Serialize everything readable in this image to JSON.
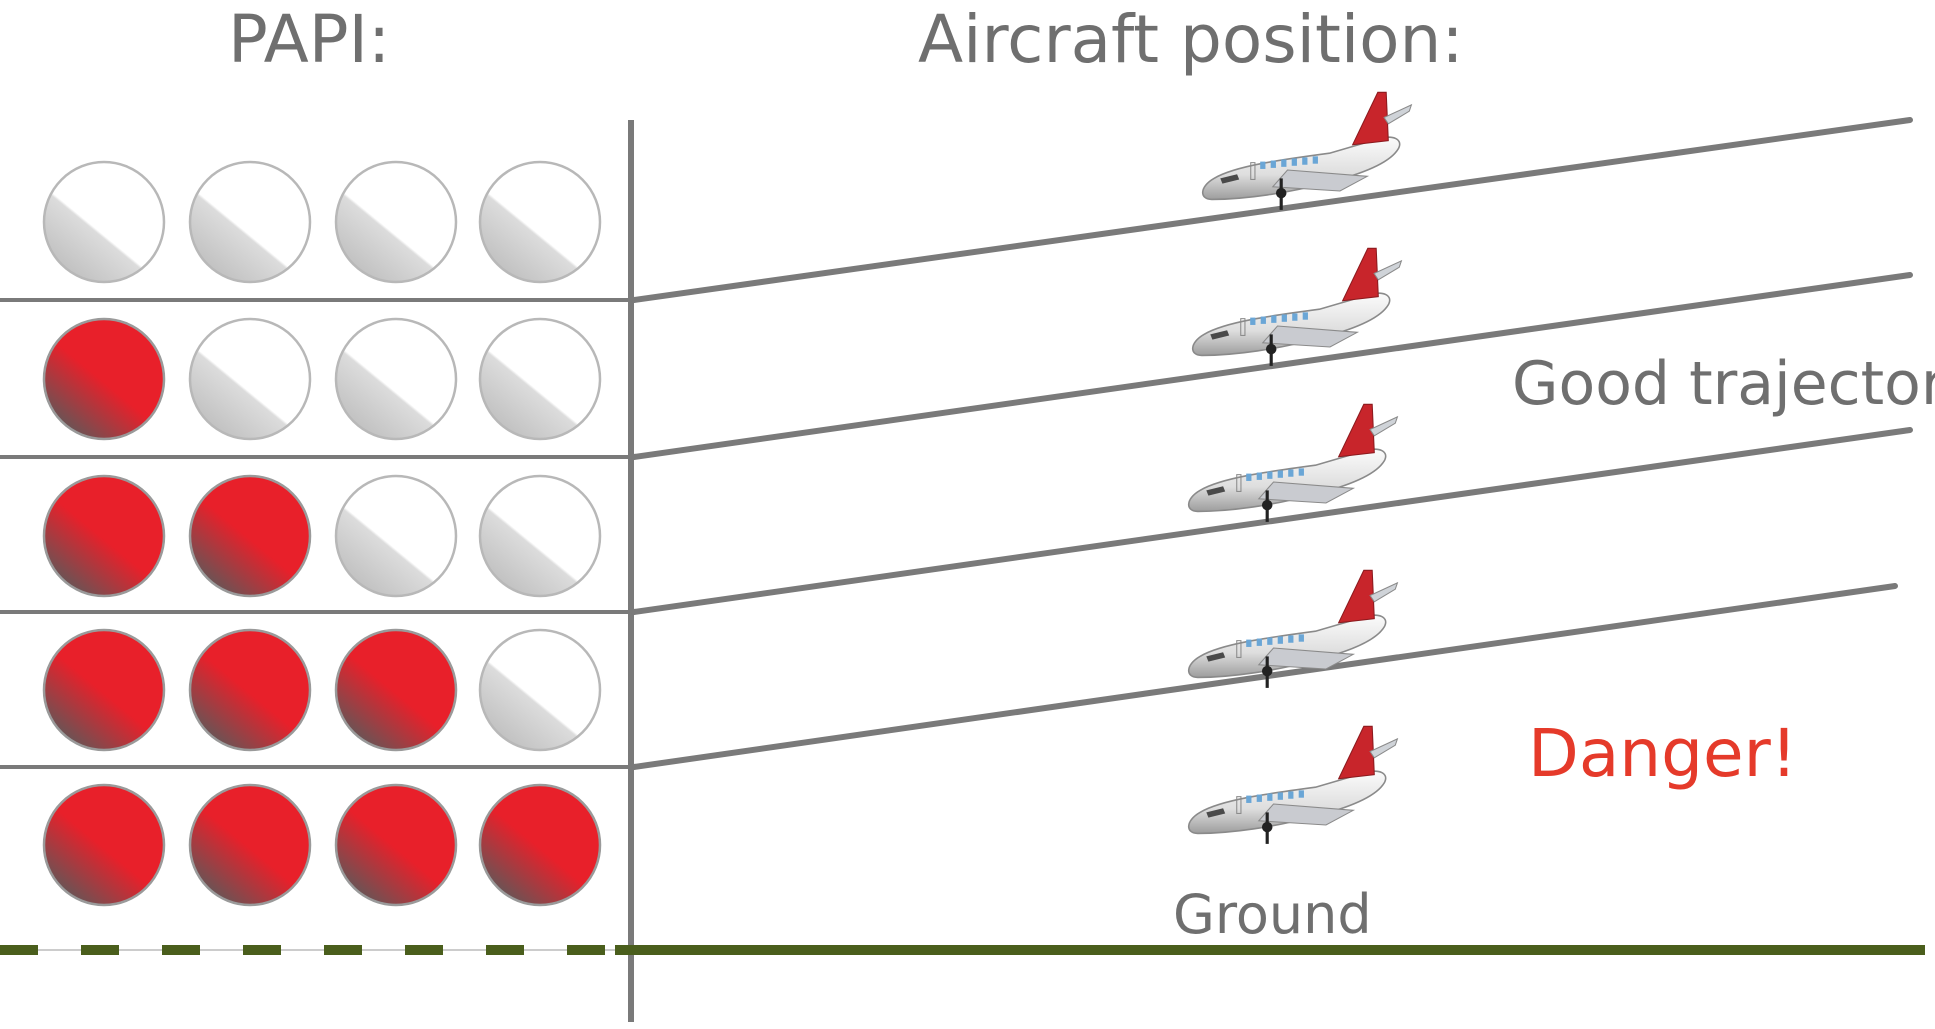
{
  "headings": {
    "papi": "PAPI:",
    "aircraft_position": "Aircraft position:"
  },
  "labels": {
    "good_trajectory": "Good trajectory",
    "danger": "Danger!",
    "ground": "Ground"
  },
  "papi_rows": [
    [
      "white",
      "white",
      "white",
      "white"
    ],
    [
      "red",
      "white",
      "white",
      "white"
    ],
    [
      "red",
      "red",
      "white",
      "white"
    ],
    [
      "red",
      "red",
      "red",
      "white"
    ],
    [
      "red",
      "red",
      "red",
      "red"
    ]
  ],
  "aircraft_count": 5,
  "colors": {
    "text_gray": "#6f6f6f",
    "line_gray": "#7a7a7a",
    "papi_red": "#e8202a",
    "papi_white": "#ffffff",
    "danger_red": "#e53a2a",
    "ground_green": "#4a5e1c",
    "tail_red": "#c8252b"
  }
}
